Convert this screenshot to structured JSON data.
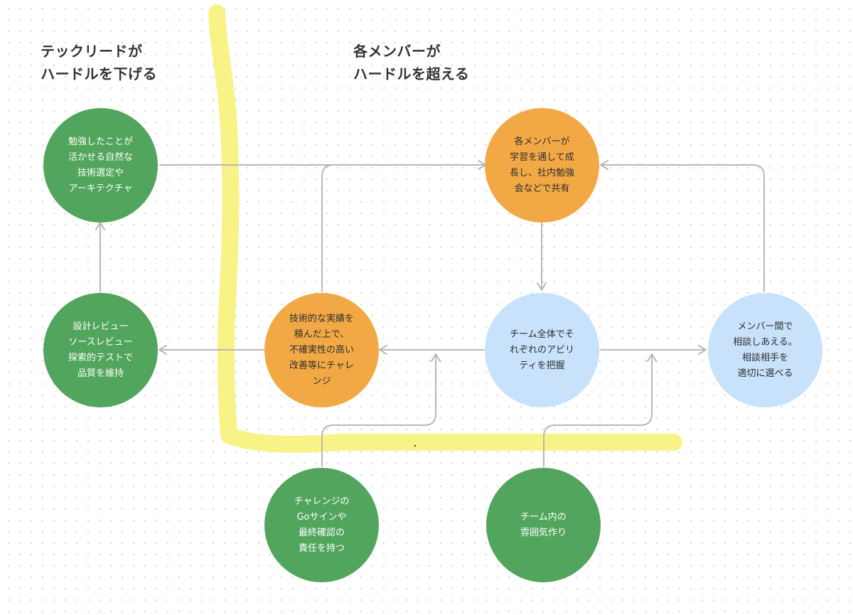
{
  "colors": {
    "green": "#52a55c",
    "orange": "#f2a945",
    "blue": "#c8e2fb",
    "arrow": "#b8b8b8",
    "highlighter": "#f7f27a"
  },
  "headings": {
    "tech_lead": [
      "テックリードが",
      "ハードルを下げる"
    ],
    "members": [
      "各メンバーが",
      "ハードルを超える"
    ]
  },
  "nodes": [
    {
      "id": "tech-choice",
      "color": "green",
      "text": "勉強したことが\n活かせる自然な\n技術選定や\nアーキテクチャ"
    },
    {
      "id": "review",
      "color": "green",
      "text": "設計レビュー\nソースレビュー\n探索的テストで\n品質を維持"
    },
    {
      "id": "challenge-go",
      "color": "green",
      "text": "チャレンジの\nGoサインや\n最終確認の\n責任を持つ"
    },
    {
      "id": "team-atmosphere",
      "color": "green",
      "text": "チーム内の\n雰囲気作り"
    },
    {
      "id": "member-growth",
      "color": "orange",
      "text": "各メンバーが\n学習を通して成\n長し、社内勉強\n会などで共有"
    },
    {
      "id": "improvement-challenge",
      "color": "orange",
      "text": "技術的な実績を\n積んだ上で、\n不確実性の高い\n改善等にチャレ\nンジ"
    },
    {
      "id": "ability-grasp",
      "color": "blue",
      "text": "チーム全体でそ\nれぞれのアビリ\nティを把握"
    },
    {
      "id": "consult",
      "color": "blue",
      "text": "メンバー間で\n相談しあえる。\n相談相手を\n適切に選べる"
    }
  ]
}
